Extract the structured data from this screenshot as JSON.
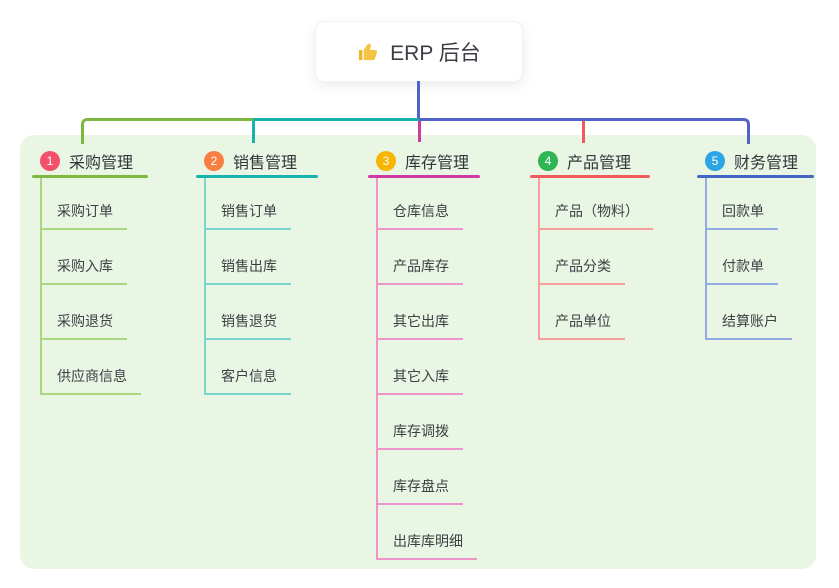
{
  "root": {
    "label": "ERP 后台",
    "icon": "thumbs-up-icon"
  },
  "colors": {
    "panel_bg": "#e9f6e3",
    "root_line": "#5163c8",
    "thumb_yellow": "#f6c344",
    "thumb_cuff": "#f0b32c",
    "title_text": "#32363c",
    "item_text": "#3d4146"
  },
  "branches": [
    {
      "badge": "1",
      "title": "采购管理",
      "badge_color": "#f3506b",
      "line_color": "#7cb93e",
      "item_line_color": "#a9d67f",
      "items": [
        "采购订单",
        "采购入库",
        "采购退货",
        "供应商信息"
      ]
    },
    {
      "badge": "2",
      "title": "销售管理",
      "badge_color": "#f97e41",
      "line_color": "#15b3ab",
      "item_line_color": "#7cd4cd",
      "items": [
        "销售订单",
        "销售出库",
        "销售退货",
        "客户信息"
      ]
    },
    {
      "badge": "3",
      "title": "库存管理",
      "badge_color": "#f6b602",
      "line_color": "#ce3ca2",
      "item_line_color": "#ef93cb",
      "items": [
        "仓库信息",
        "产品库存",
        "其它出库",
        "其它入库",
        "库存调拨",
        "库存盘点",
        "出库库明细"
      ]
    },
    {
      "badge": "4",
      "title": "产品管理",
      "badge_color": "#2eb653",
      "line_color": "#f15b5b",
      "item_line_color": "#f5a09c",
      "items": [
        "产品（物料）",
        "产品分类",
        "产品单位"
      ]
    },
    {
      "badge": "5",
      "title": "财务管理",
      "badge_color": "#2ba5e4",
      "line_color": "#4365c6",
      "item_line_color": "#93abe2",
      "items": [
        "回款单",
        "付款单",
        "结算账户"
      ]
    }
  ]
}
